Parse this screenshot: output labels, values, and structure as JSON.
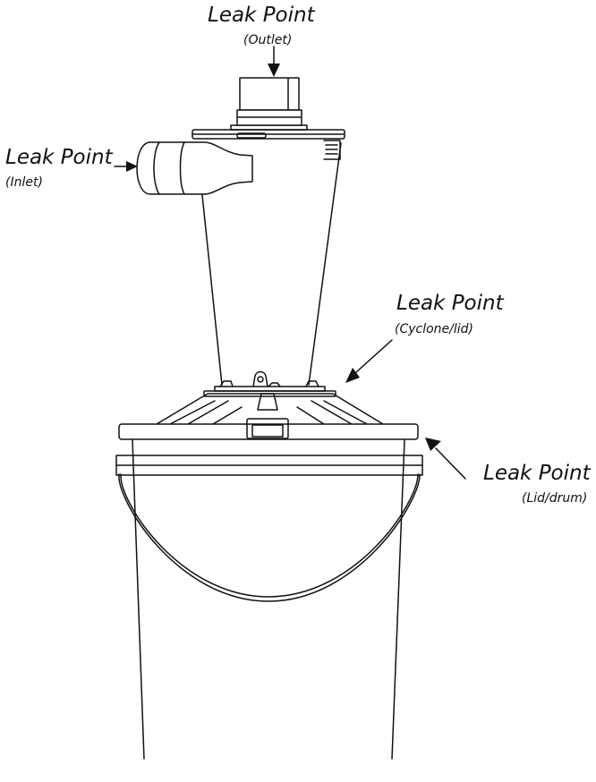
{
  "labels": {
    "outlet": {
      "title": "Leak Point",
      "sub": "(Outlet)"
    },
    "inlet": {
      "title": "Leak Point",
      "sub": "(Inlet)"
    },
    "cyclone_lid": {
      "title": "Leak Point",
      "sub": "(Cyclone/lid)"
    },
    "lid_drum": {
      "title": "Leak Point",
      "sub": "(Lid/drum)"
    }
  },
  "colors": {
    "line": "#111111",
    "background": "#ffffff"
  }
}
